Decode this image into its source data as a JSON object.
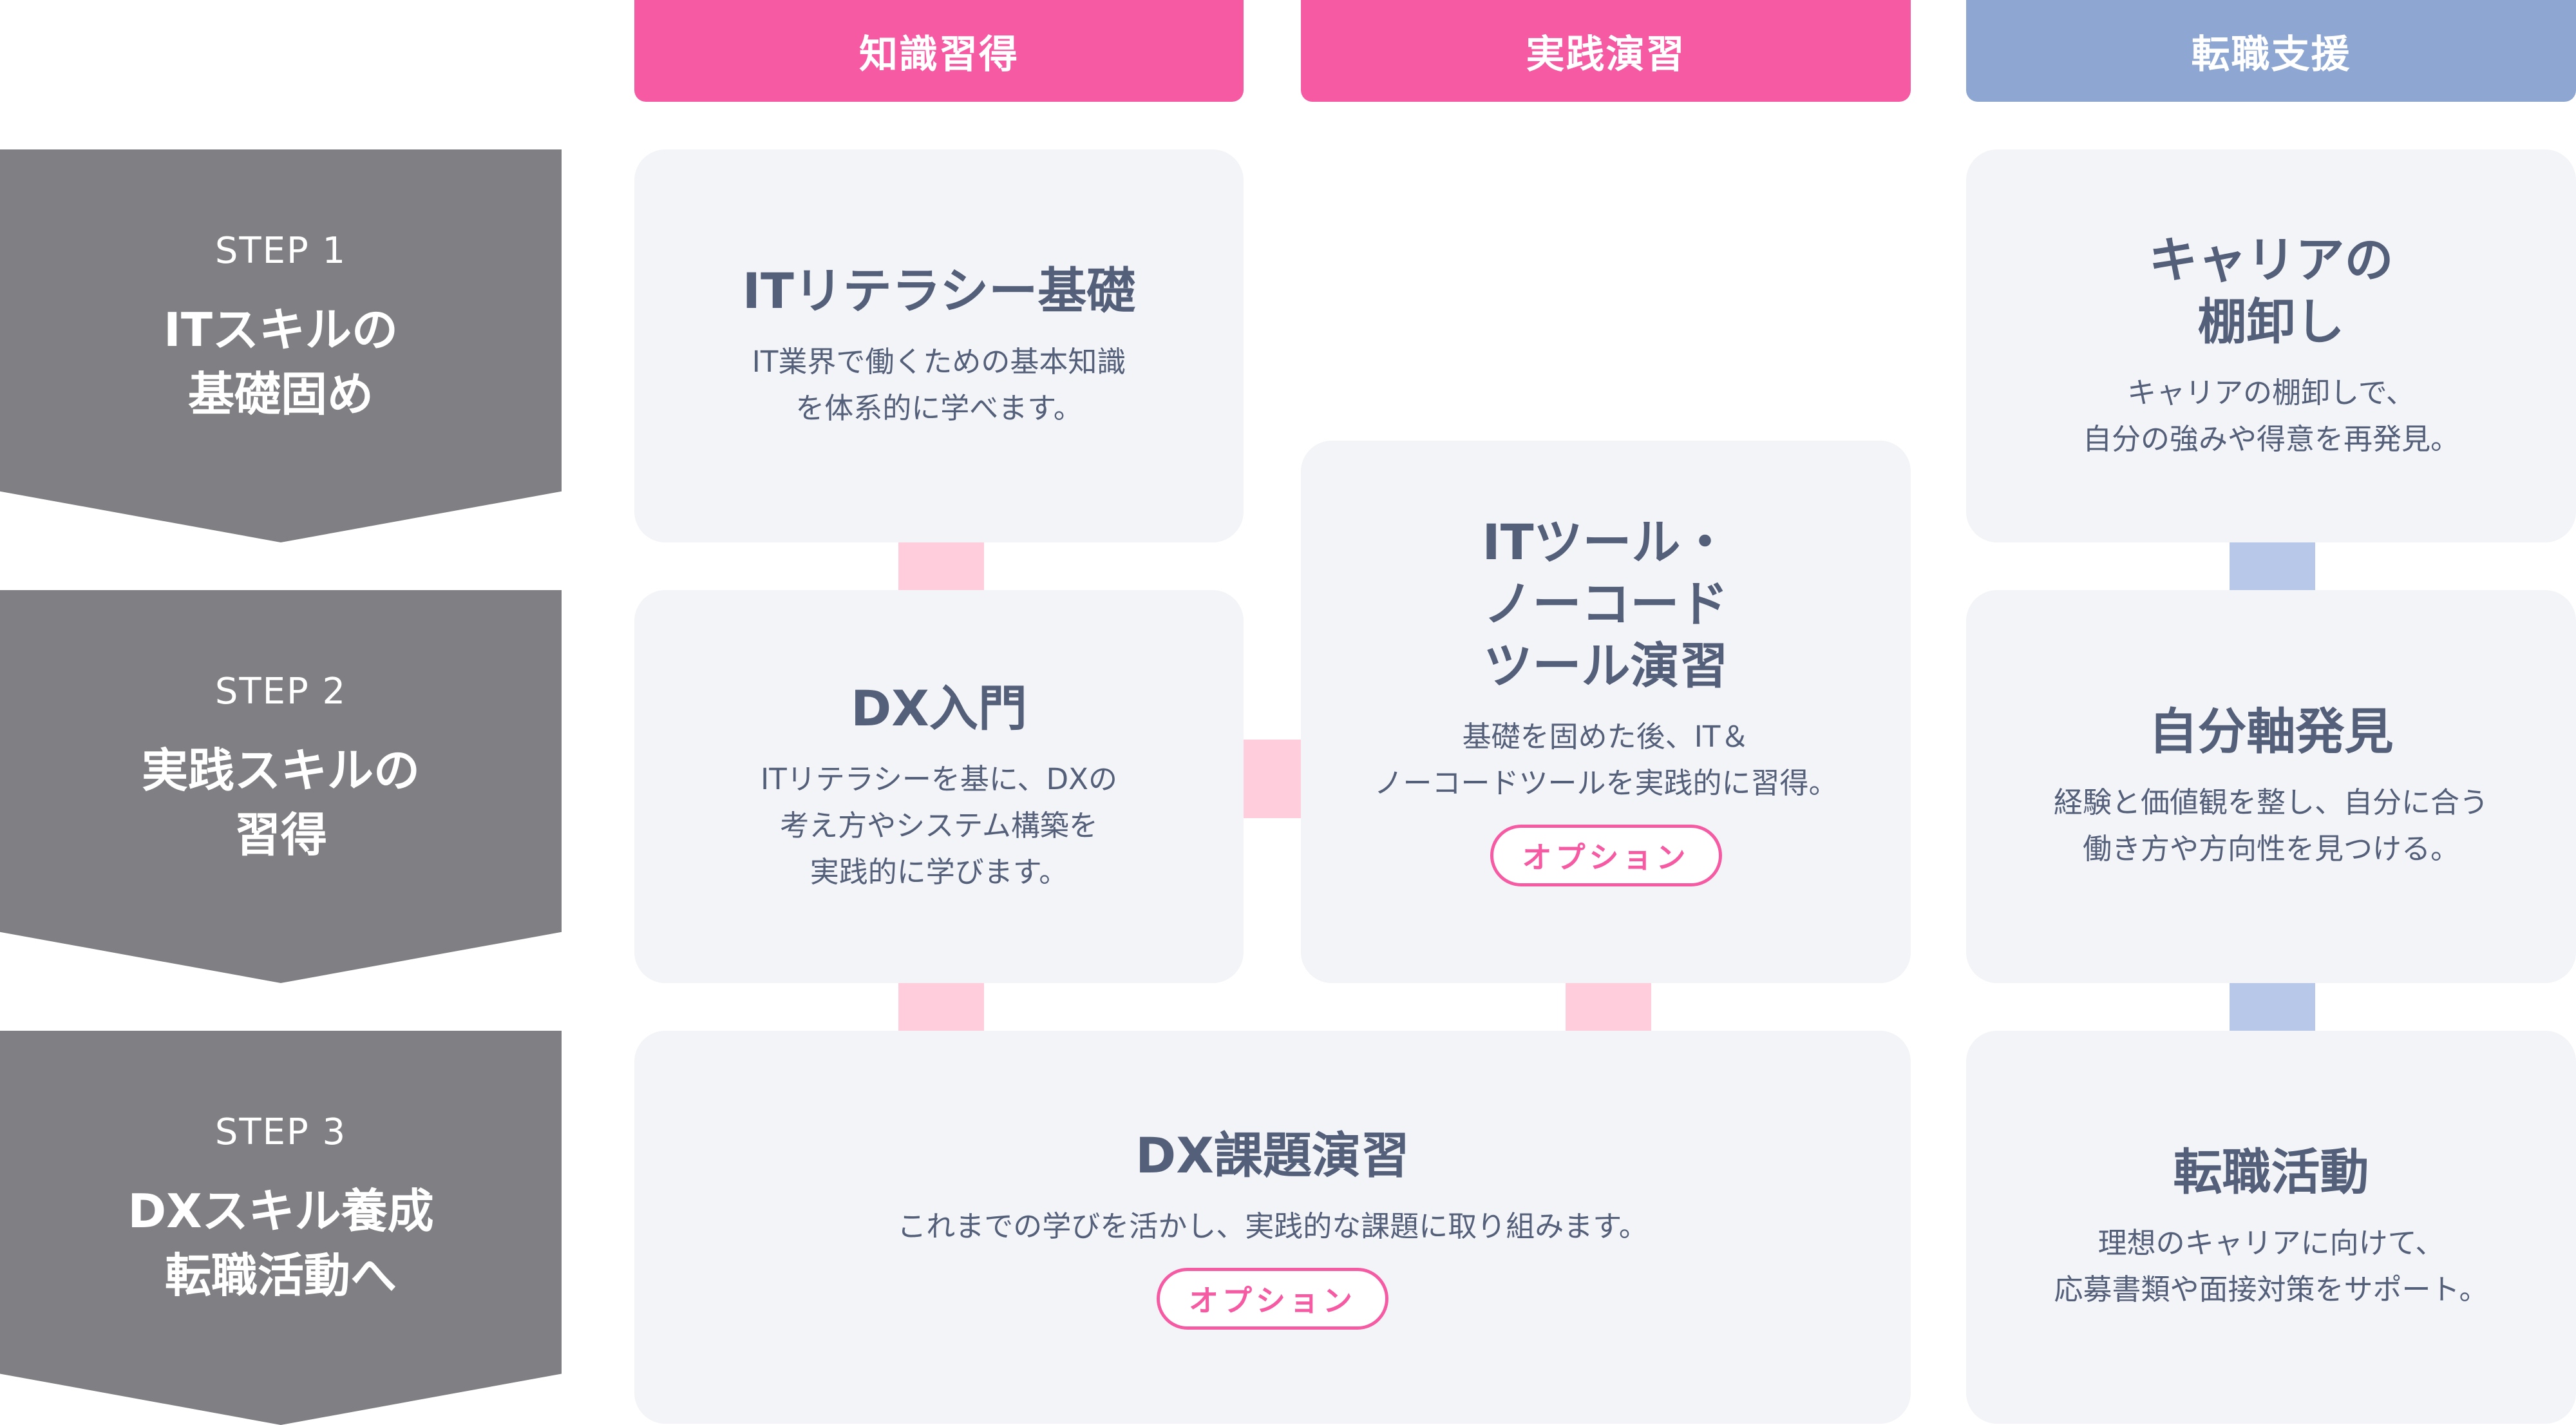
{
  "columns": [
    {
      "label": "知識習得",
      "color": "#f65aa3"
    },
    {
      "label": "実践演習",
      "color": "#f65aa3"
    },
    {
      "label": "転職支援",
      "color": "#8ea6d2"
    }
  ],
  "steps": [
    {
      "label": "STEP 1",
      "title": "ITスキルの\n基礎固め"
    },
    {
      "label": "STEP 2",
      "title": "実践スキルの\n習得"
    },
    {
      "label": "STEP 3",
      "title": "DXスキル養成\n転職活動へ"
    }
  ],
  "cards": {
    "it_literacy": {
      "title": "ITリテラシー基礎",
      "desc": "IT業界で働くための基本知識\nを体系的に学べます。"
    },
    "dx_intro": {
      "title": "DX入門",
      "desc": "ITリテラシーを基に、DXの\n考え方やシステム構築を\n実践的に学びます。"
    },
    "it_tools": {
      "title": "ITツール・\nノーコード\nツール演習",
      "desc": "基礎を固めた後、IT＆\nノーコードツールを実践的に習得。",
      "badge": "オプション"
    },
    "dx_practice": {
      "title": "DX課題演習",
      "desc": "これまでの学びを活かし、実践的な課題に取り組みます。",
      "badge": "オプション"
    },
    "career": {
      "title": "キャリアの\n棚卸し",
      "desc": "キャリアの棚卸しで、\n自分の強みや得意を再発見。"
    },
    "self_axis": {
      "title": "自分軸発見",
      "desc": "経験と価値観を整し、自分に合う\n働き方や方向性を見つける。"
    },
    "job_change": {
      "title": "転職活動",
      "desc": "理想のキャリアに向けて、\n応募書類や面接対策をサポート。"
    }
  }
}
